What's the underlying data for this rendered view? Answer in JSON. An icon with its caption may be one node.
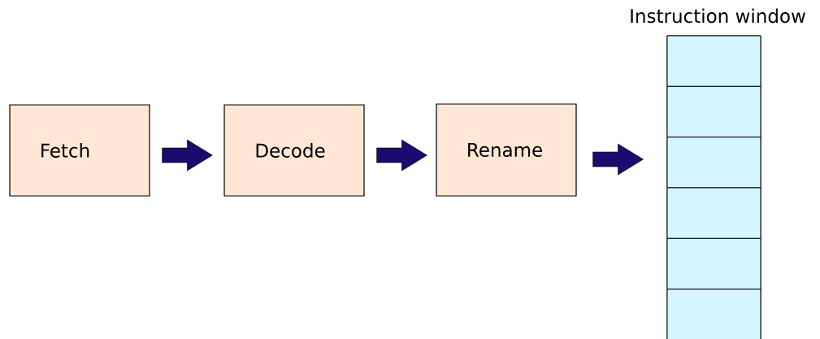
{
  "diagram": {
    "nodes": [
      {
        "text": [
          "Fetch"
        ]
      },
      {
        "text": [
          "Decode"
        ]
      },
      {
        "text": [
          "Rename"
        ]
      },
      {
        "text": [
          "Instruction window"
        ]
      },
      {
        "text": [],
        "shape": "box",
        "in": 3
      },
      {
        "text": [],
        "shape": "box",
        "in": 3
      },
      {
        "text": [],
        "shape": "box",
        "in": 3
      },
      {
        "text": [],
        "shape": "box",
        "in": 3
      },
      {
        "text": [],
        "shape": "box",
        "in": 3
      },
      {
        "text": [],
        "shape": "box",
        "in": 3
      }
    ],
    "edges": [
      {
        "from": 0,
        "to": 1,
        "arrow": "to"
      },
      {
        "from": 1,
        "to": 2,
        "arrow": "to"
      },
      {
        "from": 2,
        "to": 3,
        "arrow": "to"
      }
    ]
  }
}
